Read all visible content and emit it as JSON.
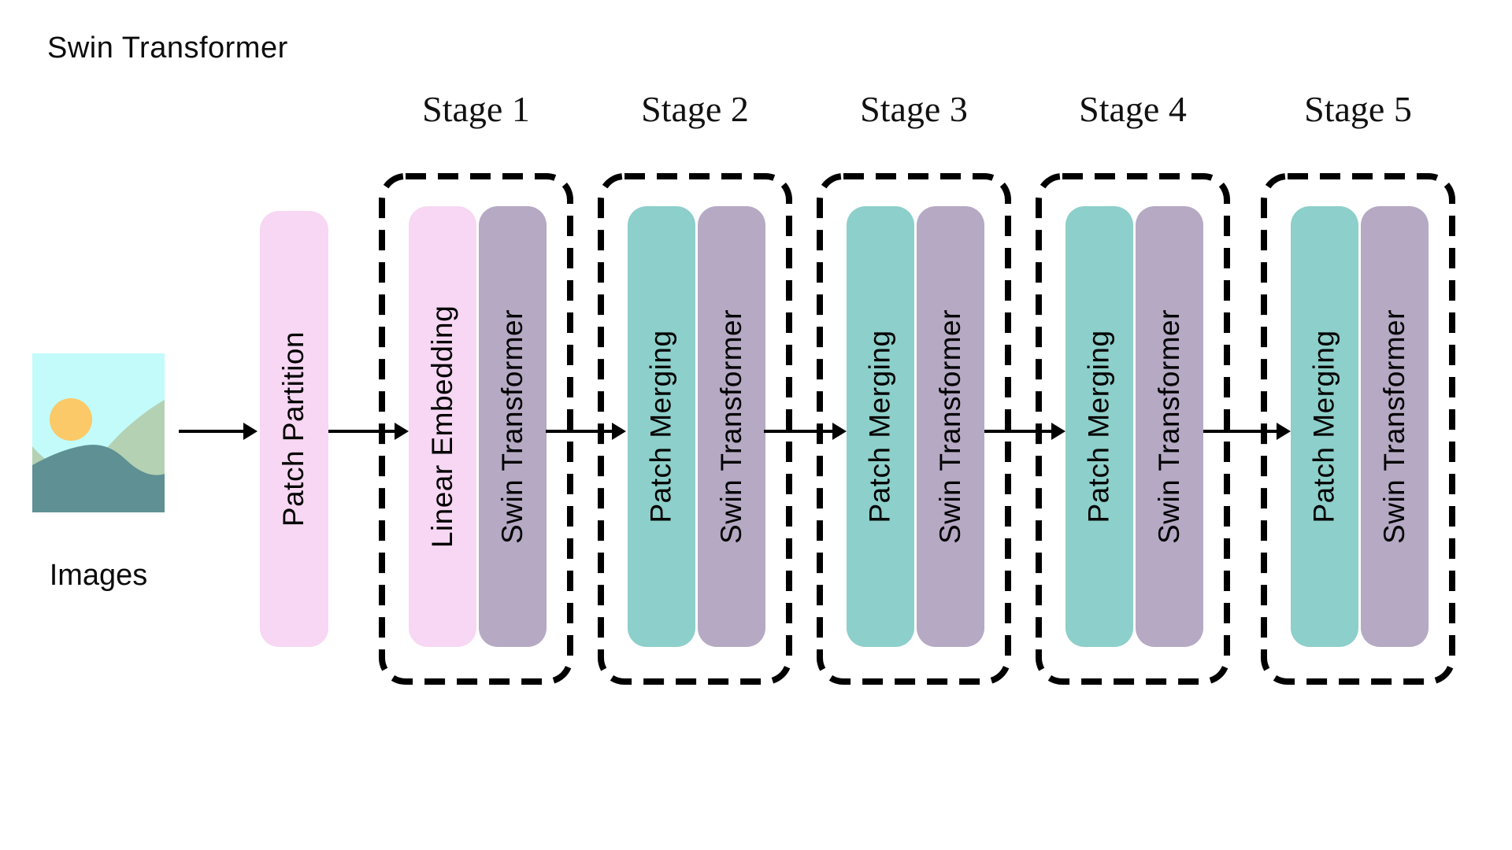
{
  "title": "Swin Transformer",
  "input": {
    "label": "Images",
    "icon": "landscape-image-icon"
  },
  "preprocess": {
    "label": "Patch Partition"
  },
  "stages": [
    {
      "name": "Stage 1",
      "blocks": [
        {
          "label": "Linear Embedding",
          "color": "pink"
        },
        {
          "label": "Swin Transformer",
          "color": "purple"
        }
      ]
    },
    {
      "name": "Stage 2",
      "blocks": [
        {
          "label": "Patch Merging",
          "color": "teal"
        },
        {
          "label": "Swin Transformer",
          "color": "purple"
        }
      ]
    },
    {
      "name": "Stage 3",
      "blocks": [
        {
          "label": "Patch Merging",
          "color": "teal"
        },
        {
          "label": "Swin Transformer",
          "color": "purple"
        }
      ]
    },
    {
      "name": "Stage 4",
      "blocks": [
        {
          "label": "Patch Merging",
          "color": "teal"
        },
        {
          "label": "Swin Transformer",
          "color": "purple"
        }
      ]
    },
    {
      "name": "Stage 5",
      "blocks": [
        {
          "label": "Patch Merging",
          "color": "teal"
        },
        {
          "label": "Swin Transformer",
          "color": "purple"
        }
      ]
    }
  ],
  "colors": {
    "pink": "#f7d7f3",
    "teal": "#8dcfca",
    "purple": "#b5a9c4",
    "sky": "#c2fbfa",
    "sun": "#fbc967",
    "hill_light": "#b4d1b3",
    "hill_dark": "#5e9094",
    "line": "#000000"
  }
}
